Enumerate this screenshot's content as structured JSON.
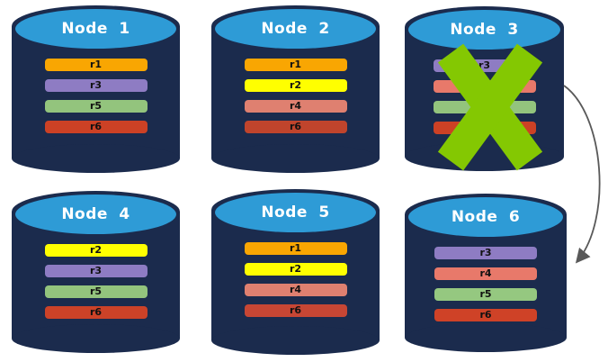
{
  "colors": {
    "background": "#FFFFFF",
    "cylinder_body": "#1B2B4D",
    "cylinder_cap": "#2E9BD6",
    "node_title_text": "#FFFFFF",
    "failure_x": "#84C802",
    "arrow": "#595959"
  },
  "nodes": [
    {
      "title": "Node 1",
      "failed": false,
      "bars": [
        {
          "label": "r1",
          "color": "#F9A602"
        },
        {
          "label": "r3",
          "color": "#8E7CC3"
        },
        {
          "label": "r5",
          "color": "#93C47D"
        },
        {
          "label": "r6",
          "color": "#CC4125"
        }
      ]
    },
    {
      "title": "Node 2",
      "failed": false,
      "bars": [
        {
          "label": "r1",
          "color": "#F9A602"
        },
        {
          "label": "r2",
          "color": "#FFFF00"
        },
        {
          "label": "r4",
          "color": "#DF8070"
        },
        {
          "label": "r6",
          "color": "#C0442C"
        }
      ]
    },
    {
      "title": "Node 3",
      "failed": true,
      "bars": [
        {
          "label": "r3",
          "color": "#8E7CC3"
        },
        {
          "label": "",
          "color": "#E8796A"
        },
        {
          "label": "",
          "color": "#93C47D"
        },
        {
          "label": "",
          "color": "#CC4125"
        }
      ]
    },
    {
      "title": "Node 4",
      "failed": false,
      "bars": [
        {
          "label": "r2",
          "color": "#FFFF00"
        },
        {
          "label": "r3",
          "color": "#8E7CC3"
        },
        {
          "label": "r5",
          "color": "#93C47D"
        },
        {
          "label": "r6",
          "color": "#CC4228"
        }
      ]
    },
    {
      "title": "Node 5",
      "failed": false,
      "bars": [
        {
          "label": "r1",
          "color": "#F9A602"
        },
        {
          "label": "r2",
          "color": "#FFFF00"
        },
        {
          "label": "r4",
          "color": "#DF8070"
        },
        {
          "label": "r6",
          "color": "#C74634"
        }
      ]
    },
    {
      "title": "Node 6",
      "failed": false,
      "bars": [
        {
          "label": "r3",
          "color": "#8E7CC3"
        },
        {
          "label": "r4",
          "color": "#E8796A"
        },
        {
          "label": "r5",
          "color": "#95C880"
        },
        {
          "label": "r6",
          "color": "#CF4227"
        }
      ]
    }
  ],
  "annotations": {
    "failure_mark": {
      "node": "Node 3",
      "symbol": "X"
    },
    "arrow": {
      "from": "Node 3",
      "to": "Node 6"
    }
  }
}
